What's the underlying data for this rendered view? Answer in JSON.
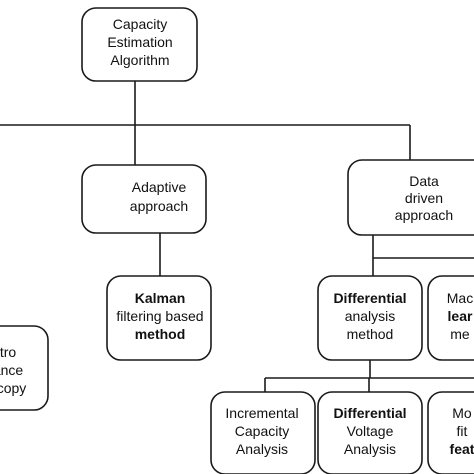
{
  "nodes": {
    "root": {
      "lines": [
        "Capacity",
        "Estimation",
        "Algorithm"
      ],
      "bold": [
        false,
        false,
        false
      ]
    },
    "adaptive": {
      "lines": [
        "Adaptive",
        "approach"
      ],
      "bold": [
        false,
        false
      ]
    },
    "data_driven": {
      "lines": [
        "Data",
        "driven",
        "approach"
      ],
      "bold": [
        false,
        false,
        false
      ]
    },
    "kalman": {
      "lines": [
        "Kalman",
        "filtering based",
        "method"
      ],
      "bold": [
        true,
        false,
        true
      ]
    },
    "differential": {
      "lines": [
        "Differential",
        "analysis",
        "method"
      ],
      "bold": [
        true,
        false,
        false
      ]
    },
    "machine": {
      "lines": [
        "Mac",
        "lear",
        "me"
      ],
      "bold": [
        false,
        true,
        false
      ]
    },
    "electro": {
      "lines": [
        "tro",
        "ance",
        "scopy"
      ],
      "bold": [
        false,
        false,
        false
      ]
    },
    "incremental": {
      "lines": [
        "Incremental",
        "Capacity",
        "Analysis"
      ],
      "bold": [
        false,
        false,
        false
      ]
    },
    "differential_voltage": {
      "lines": [
        "Differential",
        "Voltage",
        "Analysis"
      ],
      "bold": [
        true,
        false,
        false
      ]
    },
    "model_fit": {
      "lines": [
        "Mo",
        "fit",
        "feat"
      ],
      "bold": [
        false,
        false,
        true
      ]
    }
  }
}
